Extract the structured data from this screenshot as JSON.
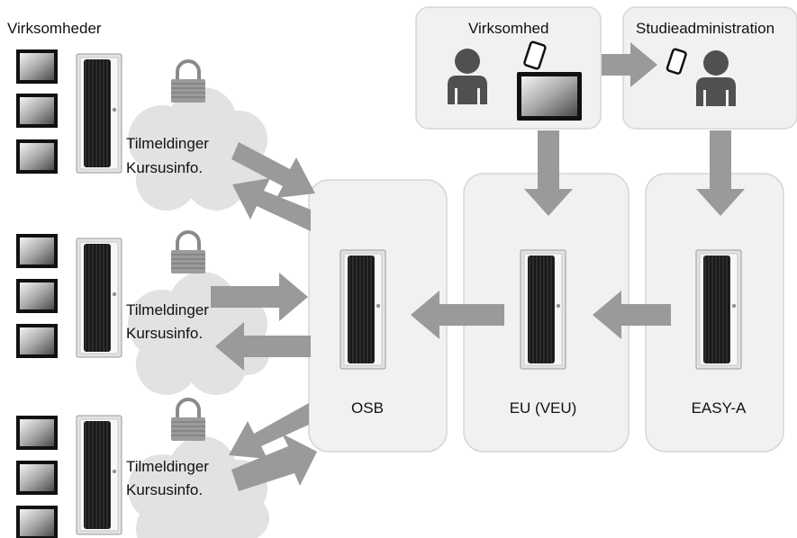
{
  "title": "Virksomheder",
  "cloud_labels": [
    {
      "line1": "Tilmeldinger",
      "line2": "Kursusinfo."
    },
    {
      "line1": "Tilmeldinger",
      "line2": "Kursusinfo."
    },
    {
      "line1": "Tilmeldinger",
      "line2": "Kursusinfo."
    }
  ],
  "boxes": {
    "virksomhed": "Virksomhed",
    "studieadministration": "Studieadministration"
  },
  "servers": {
    "osb": "OSB",
    "eu": "EU (VEU)",
    "easy": "EASY-A"
  },
  "colors": {
    "arrow": "#9a9a9a",
    "panel": "#f1f1f1",
    "panel_border": "#d6d6d6",
    "cloud": "#e2e2e2",
    "server_dark": "#1c1c1c"
  }
}
